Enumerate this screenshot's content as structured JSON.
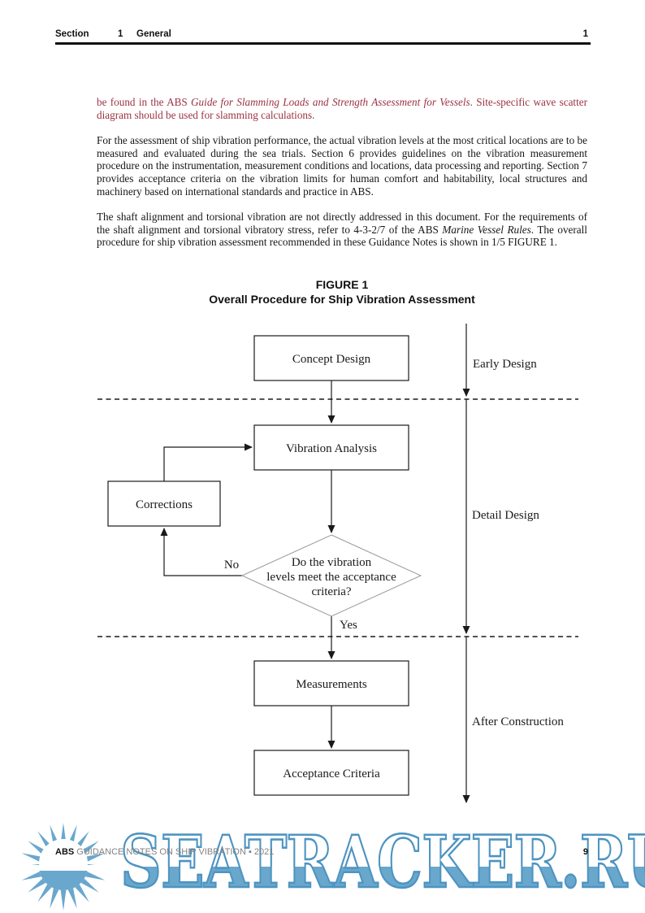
{
  "header": {
    "section_label": "Section",
    "section_number": "1",
    "section_title": "General",
    "page_number": "1"
  },
  "body": {
    "paragraph1": {
      "text_before_italic": "be found in the ABS ",
      "italic_text": "Guide for Slamming Loads and Strength Assessment for Vessels",
      "text_after_italic": ". Site-specific wave scatter diagram should be used for slamming calculations.",
      "color": "#9b3343"
    },
    "paragraph2": "For the assessment of ship vibration performance, the actual vibration levels at the most critical locations are to be measured and evaluated during the sea trials. Section 6 provides guidelines on the vibration measurement procedure on the instrumentation, measurement conditions and locations, data processing and reporting. Section 7 provides acceptance criteria on the vibration limits for human comfort and habitability, local structures and machinery based on international standards and practice in ABS.",
    "paragraph3": {
      "text_before_italic": "The shaft alignment and torsional vibration are not directly addressed in this document. For the requirements of the shaft alignment and torsional vibratory stress, refer to 4-3-2/7 of the ABS ",
      "italic_text": "Marine Vessel Rules",
      "text_after_italic": ". The overall procedure for ship vibration assessment recommended in these Guidance Notes is shown in 1/5 FIGURE 1."
    }
  },
  "figure": {
    "title_line1": "FIGURE 1",
    "title_line2": "Overall Procedure for Ship Vibration Assessment",
    "flowchart": {
      "nodes": {
        "concept": "Concept Design",
        "vibration": "Vibration Analysis",
        "corrections": "Corrections",
        "measurements": "Measurements",
        "acceptance": "Acceptance Criteria"
      },
      "decision_lines": [
        "Do the vibration",
        "levels meet the acceptance",
        "criteria?"
      ],
      "edge_labels": {
        "no": "No",
        "yes": "Yes"
      },
      "phase_labels": {
        "early": "Early Design",
        "detail": "Detail Design",
        "after": "After Construction"
      }
    }
  },
  "footer": {
    "brand": "ABS",
    "text": "GUIDANCE NOTES ON SHIP VIBRATION ▪ 2021",
    "page_number": "9"
  },
  "watermark": {
    "text": "SEATRACKER.RU",
    "fill_color": "#69a7cd",
    "stroke_color": "#4e94c1",
    "logo": "sun-logo"
  }
}
